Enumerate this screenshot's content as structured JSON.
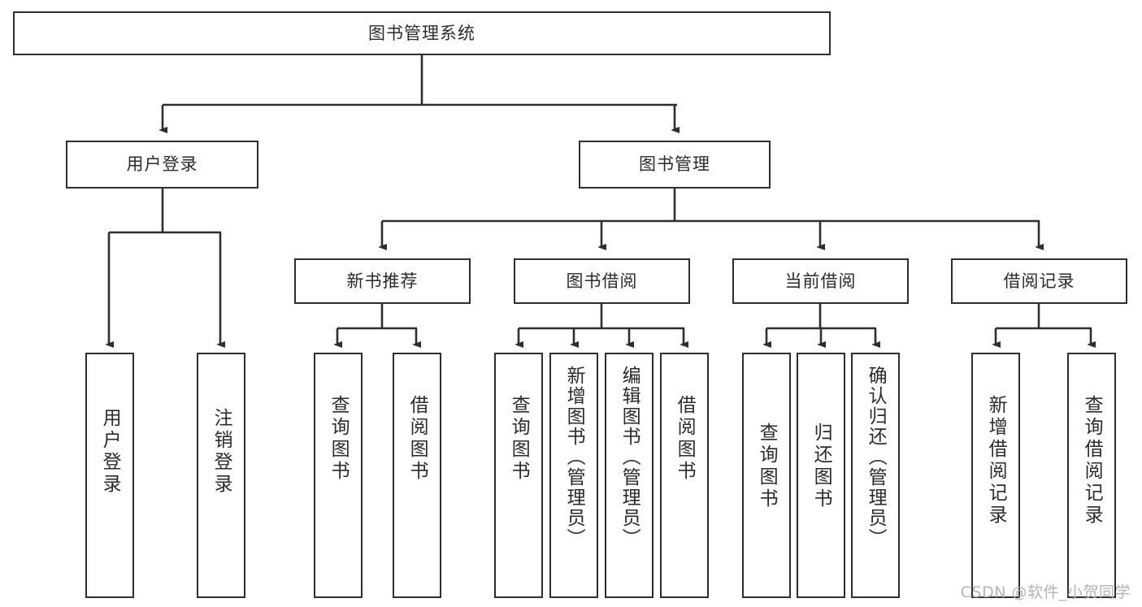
{
  "diagram": {
    "type": "tree-hierarchy-flowchart",
    "title": "图书管理系统",
    "orientation": "top-down",
    "colors": {
      "stroke": "#2e2e2e",
      "fill": "#ffffff",
      "text": "#2b2b2b",
      "watermark": "#b4b4b4"
    },
    "levels": [
      {
        "level": 1,
        "nodes": [
          {
            "id": "root",
            "label": "图书管理系统",
            "text_layout": "horizontal"
          }
        ]
      },
      {
        "level": 2,
        "nodes": [
          {
            "id": "login",
            "label": "用户登录",
            "text_layout": "horizontal",
            "parent": "root"
          },
          {
            "id": "bookmgmt",
            "label": "图书管理",
            "text_layout": "horizontal",
            "parent": "root"
          }
        ]
      },
      {
        "level": 3,
        "nodes": [
          {
            "id": "newbook",
            "label": "新书推荐",
            "text_layout": "horizontal",
            "parent": "bookmgmt"
          },
          {
            "id": "borrow",
            "label": "图书借阅",
            "text_layout": "horizontal",
            "parent": "bookmgmt"
          },
          {
            "id": "current",
            "label": "当前借阅",
            "text_layout": "horizontal",
            "parent": "bookmgmt"
          },
          {
            "id": "records",
            "label": "借阅记录",
            "text_layout": "horizontal",
            "parent": "bookmgmt"
          }
        ]
      },
      {
        "level": 4,
        "nodes": [
          {
            "id": "leaf1",
            "label": "用户登录",
            "text_layout": "vertical",
            "parent": "login"
          },
          {
            "id": "leaf2",
            "label": "注销登录",
            "text_layout": "vertical",
            "parent": "login"
          },
          {
            "id": "leaf3",
            "label": "查询图书",
            "text_layout": "vertical",
            "parent": "newbook"
          },
          {
            "id": "leaf4",
            "label": "借阅图书",
            "text_layout": "vertical",
            "parent": "newbook"
          },
          {
            "id": "leaf5",
            "label": "查询图书",
            "text_layout": "vertical",
            "parent": "borrow"
          },
          {
            "id": "leaf6",
            "label": "新增图书（管理员）",
            "text_layout": "vertical",
            "parent": "borrow"
          },
          {
            "id": "leaf7",
            "label": "编辑图书（管理员）",
            "text_layout": "vertical",
            "parent": "borrow"
          },
          {
            "id": "leaf8",
            "label": "借阅图书",
            "text_layout": "vertical",
            "parent": "borrow"
          },
          {
            "id": "leaf9",
            "label": "查询图书",
            "text_layout": "vertical",
            "parent": "current"
          },
          {
            "id": "leaf10",
            "label": "归还图书",
            "text_layout": "vertical",
            "parent": "current"
          },
          {
            "id": "leaf11",
            "label": "确认归还（管理员）",
            "text_layout": "vertical",
            "parent": "current"
          },
          {
            "id": "leaf12",
            "label": "新增借阅记录",
            "text_layout": "vertical",
            "parent": "records"
          },
          {
            "id": "leaf13",
            "label": "查询借阅记录",
            "text_layout": "vertical",
            "parent": "records"
          }
        ]
      }
    ],
    "watermark": "CSDN @软件_小贺同学"
  }
}
